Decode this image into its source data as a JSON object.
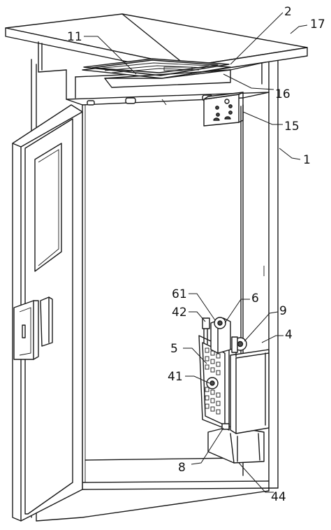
{
  "labels": {
    "n1": "1",
    "n2": "2",
    "n4": "4",
    "n5": "5",
    "n6": "6",
    "n8": "8",
    "n9": "9",
    "n11": "11",
    "n15": "15",
    "n16": "16",
    "n17": "17",
    "n41": "41",
    "n42": "42",
    "n44": "44",
    "n61": "61"
  }
}
